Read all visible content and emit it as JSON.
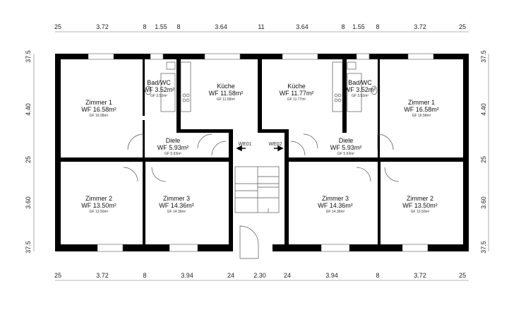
{
  "dims_top": [
    "25",
    "3.72",
    "8",
    "1.55",
    "8",
    "3.64",
    "11",
    "3.64",
    "8",
    "1.55",
    "8",
    "3.72",
    "25"
  ],
  "dims_bottom": [
    "25",
    "3.72",
    "8",
    "3.94",
    "24",
    "2.30",
    "24",
    "3.94",
    "8",
    "3.72",
    "25"
  ],
  "dims_left": [
    "37.5",
    "4.40",
    "25",
    "3.60",
    "37.5"
  ],
  "dims_right": [
    "37.5",
    "4.40",
    "25",
    "3.60",
    "37.5"
  ],
  "rooms": [
    {
      "name": "Zimmer 1",
      "wf": "WF 16.58m²",
      "gf": "GF 16.58m²"
    },
    {
      "name": "Bad/WC",
      "wf": "WF 3.52m²",
      "gf": "GF 3.52m²"
    },
    {
      "name": "Küche",
      "wf": "WF 11.58m²",
      "gf": "GF 11.58m²"
    },
    {
      "name": "Küche",
      "wf": "WF 11.77m²",
      "gf": "GF 11.77m²"
    },
    {
      "name": "Bad/WC",
      "wf": "WF 3.52m²",
      "gf": "GF 3.52m²"
    },
    {
      "name": "Zimmer 1",
      "wf": "WF 16.58m²",
      "gf": "GF 16.58m²"
    },
    {
      "name": "Diele",
      "wf": "WF 5.93m²",
      "gf": "GF 5.93m²"
    },
    {
      "name": "Diele",
      "wf": "WF 5.93m²",
      "gf": "GF 5.93m²"
    },
    {
      "name": "Zimmer 2",
      "wf": "WF 13.50m²",
      "gf": "GF 13.50m²"
    },
    {
      "name": "Zimmer 3",
      "wf": "WF 14.36m²",
      "gf": "GF 14.36m²"
    },
    {
      "name": "Zimmer 3",
      "wf": "WF 14.36m²",
      "gf": "GF 14.36m²"
    },
    {
      "name": "Zimmer 2",
      "wf": "WF 13.50m²",
      "gf": "GF 13.50m²"
    }
  ],
  "entrances": [
    "WE01",
    "WE02"
  ]
}
